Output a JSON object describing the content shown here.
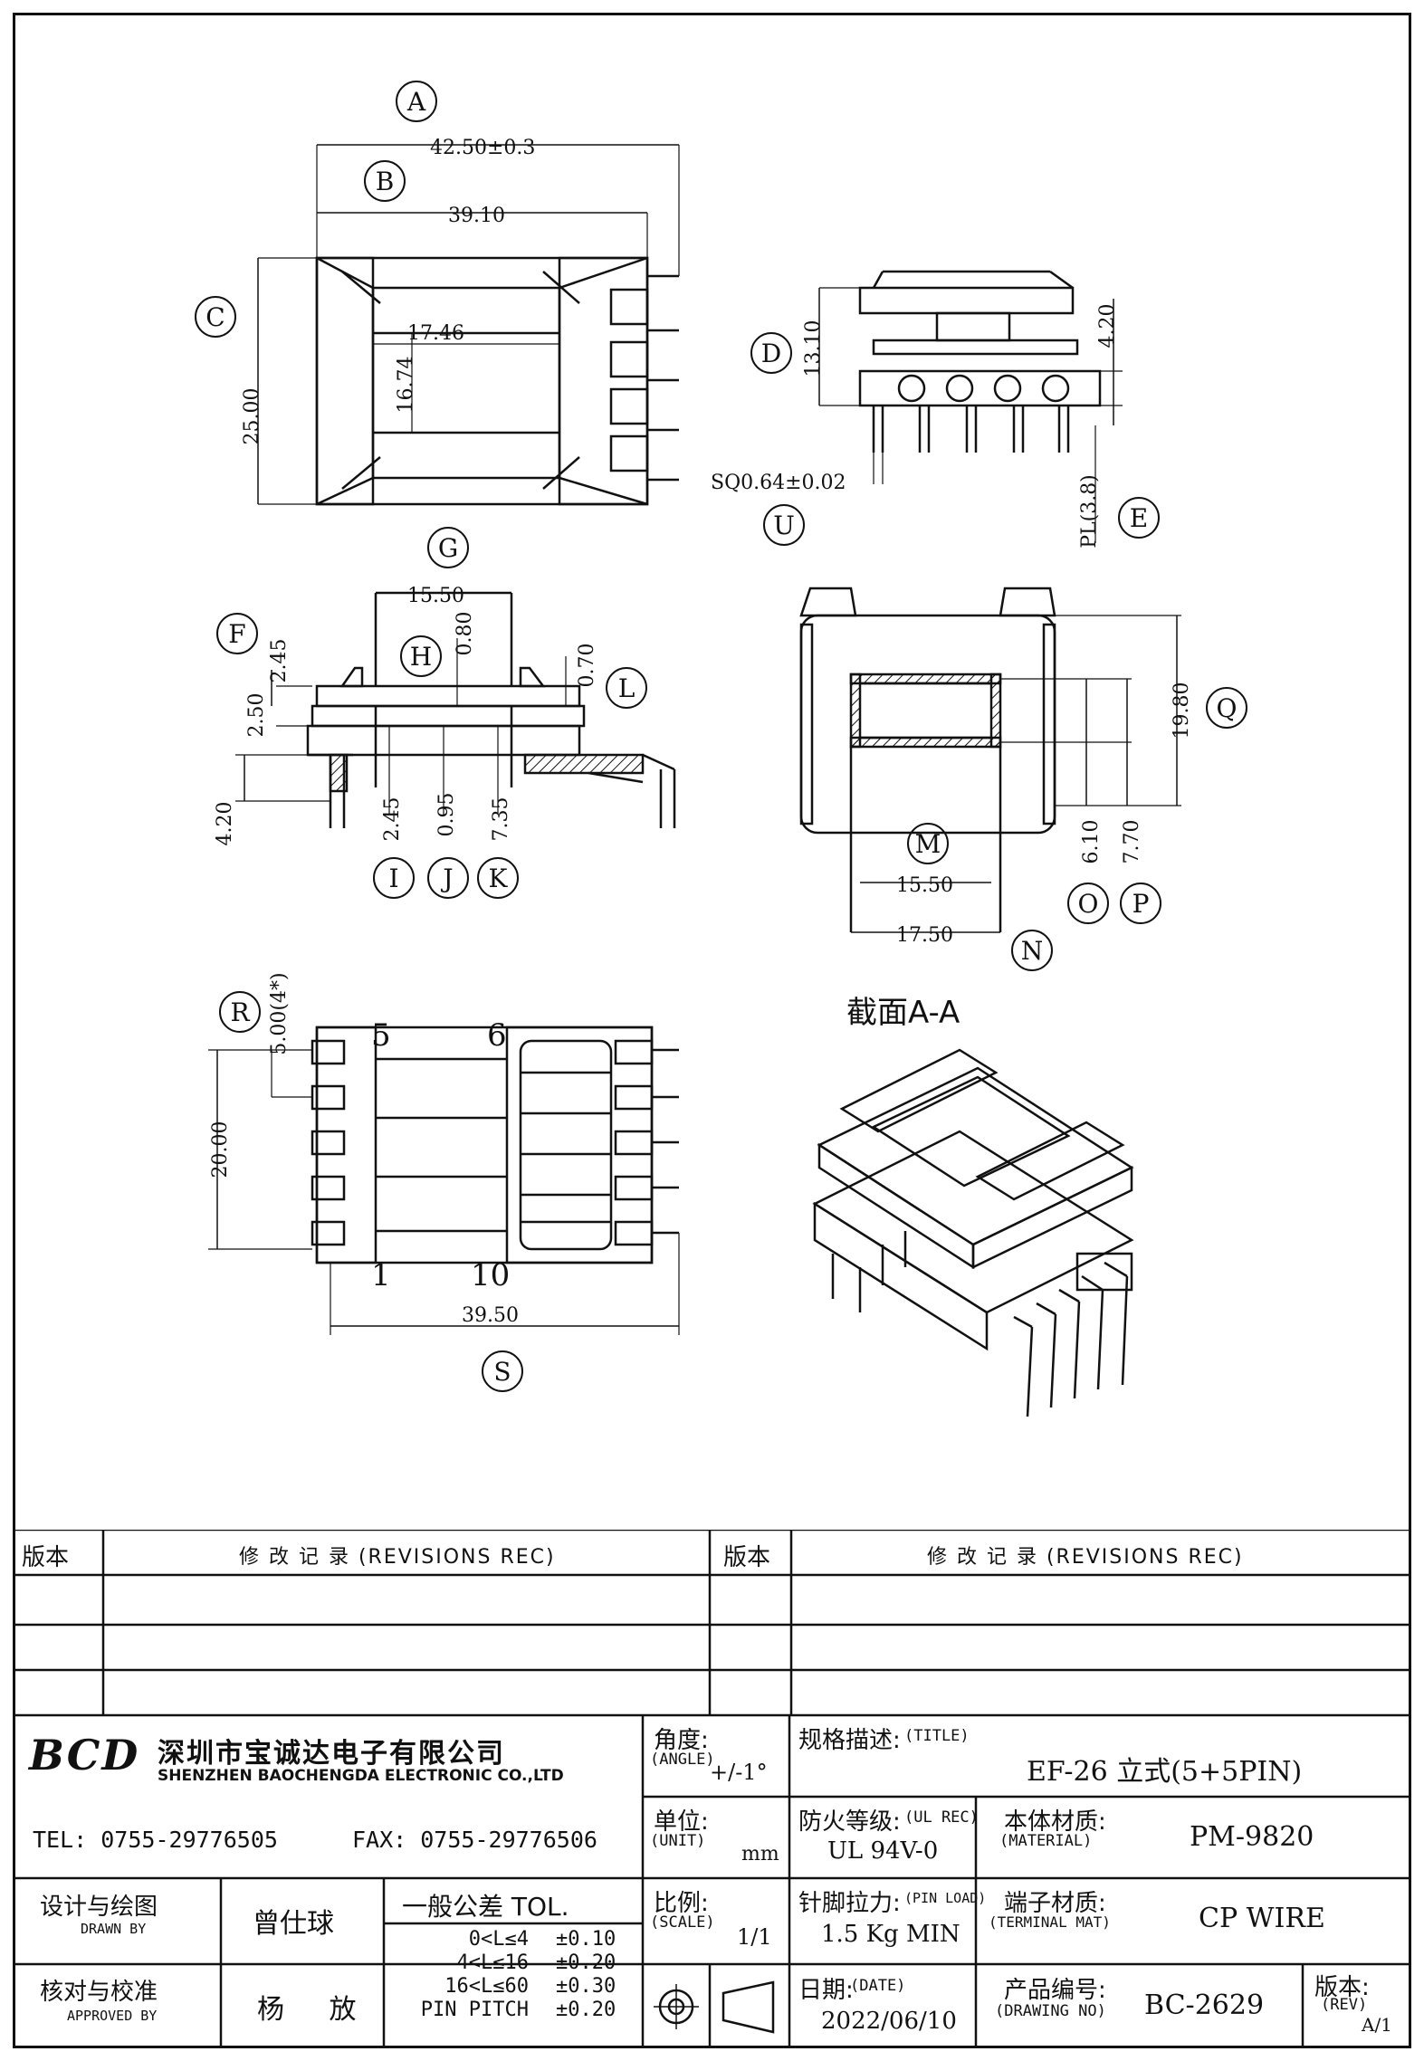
{
  "views": {
    "top": {
      "labels": {
        "A": "A",
        "B": "B",
        "C": "C"
      },
      "dims": {
        "a": "42.50±0.3",
        "b": "39.10",
        "c": "25.00",
        "inner_w": "17.46",
        "inner_h": "16.74"
      }
    },
    "side": {
      "labels": {
        "D": "D",
        "E": "E",
        "U": "U"
      },
      "dims": {
        "d": "13.10",
        "h2": "4.20",
        "sq": "SQ0.64±0.02",
        "pl": "PL(3.8)"
      }
    },
    "front": {
      "labels": {
        "F": "F",
        "G": "G",
        "H": "H",
        "I": "I",
        "J": "J",
        "K": "K",
        "L": "L"
      },
      "dims": {
        "g": "15.50",
        "f": "2.45",
        "h": "0.80",
        "l": "0.70",
        "m1": "2.50",
        "base": "4.20",
        "i": "2.45",
        "j": "0.95",
        "k": "7.35"
      }
    },
    "section": {
      "labels": {
        "M": "M",
        "N": "N",
        "O": "O",
        "P": "P",
        "Q": "Q"
      },
      "dims": {
        "m": "15.50",
        "n": "17.50",
        "o": "6.10",
        "p": "7.70",
        "q": "19.80"
      },
      "title": "截面A-A"
    },
    "bottom": {
      "labels": {
        "R": "R",
        "S": "S"
      },
      "dims": {
        "r": "5.00(4*)",
        "h": "20.00",
        "s": "39.50"
      },
      "pins": {
        "p5": "5",
        "p6": "6",
        "p1": "1",
        "p10": "10"
      }
    }
  },
  "revisions": {
    "col_version": "版本",
    "col_record": "修 改 记 录 (REVISIONS REC)"
  },
  "company": {
    "logo": "BCD",
    "name_cn": "深圳市宝诚达电子有限公司",
    "name_en": "SHENZHEN BAOCHENGDA ELECTRONIC CO.,LTD",
    "tel": "TEL: 0755-29776505",
    "fax": "FAX: 0755-29776506"
  },
  "title_block": {
    "angle_cn": "角度:",
    "angle_en": "(ANGLE)",
    "angle_val": "+/-1°",
    "title_cn": "规格描述:",
    "title_en": "(TITLE)",
    "title_val": "EF-26 立式(5+5PIN)",
    "unit_cn": "单位:",
    "unit_en": "(UNIT)",
    "unit_val": "mm",
    "ul_cn": "防火等级:",
    "ul_en": "(UL REC)",
    "ul_val": "UL 94V-0",
    "mat_cn": "本体材质:",
    "mat_en": "(MATERIAL)",
    "mat_val": "PM-9820",
    "drawn_cn": "设计与绘图",
    "drawn_en": "DRAWN BY",
    "drawn_val": "曾仕球",
    "tol_title": "一般公差 TOL.",
    "tol_rows": [
      {
        "range": "0<L≤4",
        "val": "±0.10"
      },
      {
        "range": "4<L≤16",
        "val": "±0.20"
      },
      {
        "range": "16<L≤60",
        "val": "±0.30"
      },
      {
        "range": "PIN PITCH",
        "val": "±0.20"
      }
    ],
    "scale_cn": "比例:",
    "scale_en": "(SCALE)",
    "scale_val": "1/1",
    "pin_cn": "针脚拉力:",
    "pin_en": "(PIN LOAD)",
    "pin_val": "1.5 Kg MIN",
    "term_cn": "端子材质:",
    "term_en": "(TERMINAL MAT)",
    "term_val": "CP WIRE",
    "appr_cn": "核对与校准",
    "appr_en": "APPROVED BY",
    "appr_val": "杨 放",
    "date_cn": "日期:",
    "date_en": "(DATE)",
    "date_val": "2022/06/10",
    "dwg_cn": "产品编号:",
    "dwg_en": "(DRAWING NO)",
    "dwg_val": "BC-2629",
    "rev_cn": "版本:",
    "rev_en": "(REV)",
    "rev_val": "A/1"
  }
}
